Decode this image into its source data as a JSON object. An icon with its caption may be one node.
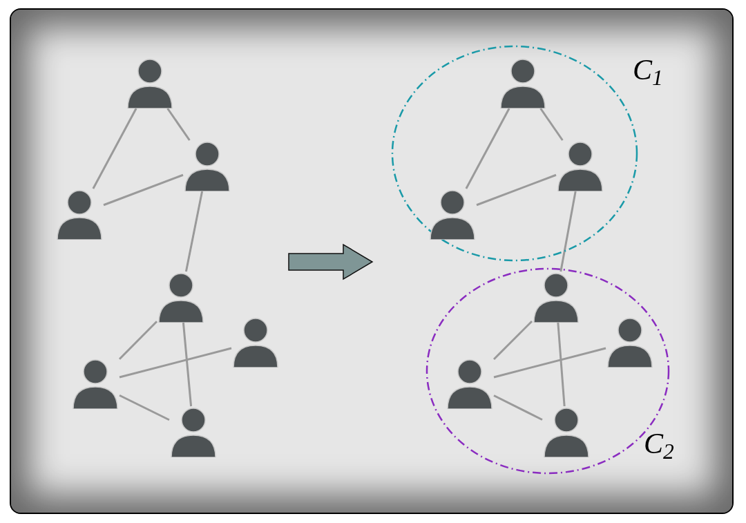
{
  "diagram": {
    "nodes": [
      {
        "text": [],
        "shape": "person"
      },
      {
        "text": [],
        "shape": "person"
      },
      {
        "text": [],
        "shape": "person"
      },
      {
        "text": [],
        "shape": "person"
      },
      {
        "text": [],
        "shape": "person"
      },
      {
        "text": [],
        "shape": "person"
      },
      {
        "text": [],
        "shape": "person"
      },
      {
        "text": [
          "C$_{1}$"
        ]
      },
      {
        "text": [],
        "shape": "person",
        "in": 7
      },
      {
        "text": [],
        "shape": "person",
        "in": 7
      },
      {
        "text": [],
        "shape": "person",
        "in": 7
      },
      {
        "text": [
          "C$_{2}$"
        ]
      },
      {
        "text": [],
        "shape": "person",
        "in": 11
      },
      {
        "text": [],
        "shape": "person",
        "in": 11
      },
      {
        "text": [],
        "shape": "person",
        "in": 11
      },
      {
        "text": [],
        "shape": "person",
        "in": 11
      }
    ],
    "edges": [
      {
        "from": 0,
        "to": 2,
        "arrow": "none"
      },
      {
        "from": 0,
        "to": 1,
        "arrow": "none"
      },
      {
        "from": 2,
        "to": 1,
        "arrow": "none"
      },
      {
        "from": 1,
        "to": 3,
        "arrow": "none"
      },
      {
        "from": 3,
        "to": 5,
        "arrow": "none"
      },
      {
        "from": 5,
        "to": 4,
        "arrow": "none"
      },
      {
        "from": 3,
        "to": 6,
        "arrow": "none"
      },
      {
        "from": 5,
        "to": 6,
        "arrow": "none"
      },
      {
        "from": 8,
        "to": 10,
        "arrow": "none"
      },
      {
        "from": 8,
        "to": 9,
        "arrow": "none"
      },
      {
        "from": 10,
        "to": 9,
        "arrow": "none"
      },
      {
        "from": 9,
        "to": 12,
        "arrow": "none"
      },
      {
        "from": 12,
        "to": 14,
        "arrow": "none"
      },
      {
        "from": 14,
        "to": 13,
        "arrow": "none"
      },
      {
        "from": 12,
        "to": 15,
        "arrow": "none"
      },
      {
        "from": 14,
        "to": 15,
        "arrow": "none"
      }
    ]
  }
}
